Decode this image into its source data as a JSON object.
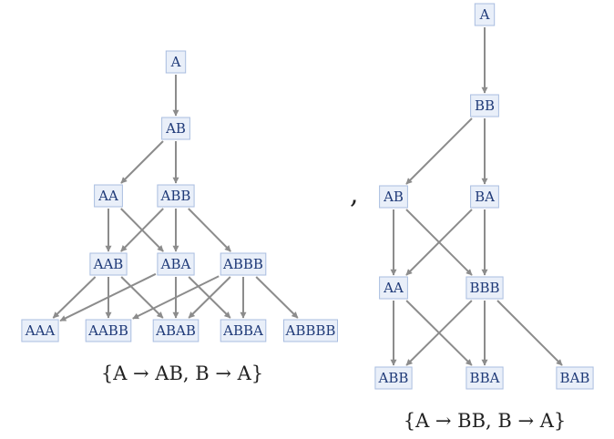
{
  "graphs": [
    {
      "rules": "{A → AB, B → A}",
      "nodes": [
        {
          "id": "A",
          "label": "A"
        },
        {
          "id": "AB",
          "label": "AB"
        },
        {
          "id": "AA",
          "label": "AA"
        },
        {
          "id": "ABB",
          "label": "ABB"
        },
        {
          "id": "AAB",
          "label": "AAB"
        },
        {
          "id": "ABA",
          "label": "ABA"
        },
        {
          "id": "ABBB",
          "label": "ABBB"
        },
        {
          "id": "AAA",
          "label": "AAA"
        },
        {
          "id": "AABB",
          "label": "AABB"
        },
        {
          "id": "ABAB",
          "label": "ABAB"
        },
        {
          "id": "ABBA",
          "label": "ABBA"
        },
        {
          "id": "ABBBB",
          "label": "ABBBB"
        }
      ],
      "edges": [
        [
          "A",
          "AB"
        ],
        [
          "AB",
          "AA"
        ],
        [
          "AB",
          "ABB"
        ],
        [
          "AA",
          "AAB"
        ],
        [
          "AA",
          "ABA"
        ],
        [
          "ABB",
          "AAB"
        ],
        [
          "ABB",
          "ABA"
        ],
        [
          "ABB",
          "ABBB"
        ],
        [
          "AAB",
          "AAA"
        ],
        [
          "AAB",
          "AABB"
        ],
        [
          "AAB",
          "ABAB"
        ],
        [
          "ABA",
          "AAA"
        ],
        [
          "ABA",
          "ABAB"
        ],
        [
          "ABA",
          "ABBA"
        ],
        [
          "ABBB",
          "AABB"
        ],
        [
          "ABBB",
          "ABAB"
        ],
        [
          "ABBB",
          "ABBA"
        ],
        [
          "ABBB",
          "ABBBB"
        ]
      ]
    },
    {
      "rules": "{A → BB, B → A}",
      "nodes": [
        {
          "id": "A",
          "label": "A"
        },
        {
          "id": "BB",
          "label": "BB"
        },
        {
          "id": "AB",
          "label": "AB"
        },
        {
          "id": "BA",
          "label": "BA"
        },
        {
          "id": "AA",
          "label": "AA"
        },
        {
          "id": "BBB",
          "label": "BBB"
        },
        {
          "id": "ABB",
          "label": "ABB"
        },
        {
          "id": "BBA",
          "label": "BBA"
        },
        {
          "id": "BAB",
          "label": "BAB"
        }
      ],
      "edges": [
        [
          "A",
          "BB"
        ],
        [
          "BB",
          "AB"
        ],
        [
          "BB",
          "BA"
        ],
        [
          "AB",
          "AA"
        ],
        [
          "AB",
          "BBB"
        ],
        [
          "BA",
          "AA"
        ],
        [
          "BA",
          "BBB"
        ],
        [
          "AA",
          "ABB"
        ],
        [
          "AA",
          "BBA"
        ],
        [
          "BBB",
          "ABB"
        ],
        [
          "BBB",
          "BBA"
        ],
        [
          "BBB",
          "BAB"
        ]
      ]
    }
  ],
  "separator": ","
}
